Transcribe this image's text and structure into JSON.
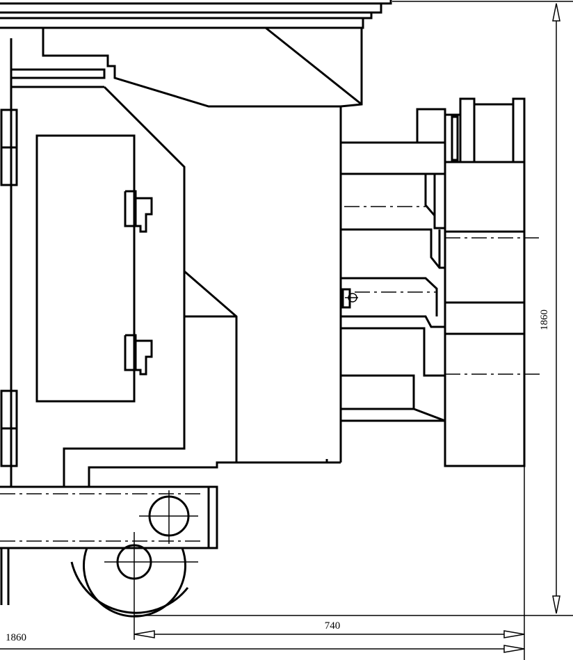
{
  "dimensions": {
    "overall_height": "1860",
    "overall_width": "1860",
    "wheel_offset": "740"
  }
}
